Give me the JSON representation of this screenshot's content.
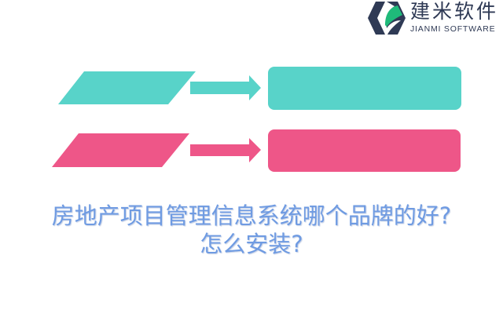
{
  "logo": {
    "name_cn": "建米软件",
    "name_en": "JIANMI SOFTWARE",
    "icon": "jianmi-hexagon-leaf-icon",
    "colors": {
      "dark": "#2f3a55",
      "green": "#1fba7a"
    }
  },
  "diagram": {
    "rows": [
      {
        "color": "#58d3c9",
        "parallelogram_label": "",
        "arrow": "arrow-right-icon",
        "box_label": ""
      },
      {
        "color": "#ee5688",
        "parallelogram_label": "",
        "arrow": "arrow-right-icon",
        "box_label": ""
      }
    ]
  },
  "title": {
    "line1": "房地产项目管理信息系统哪个品牌的好?",
    "line2": "怎么安装?",
    "color": "#6f9be2"
  }
}
